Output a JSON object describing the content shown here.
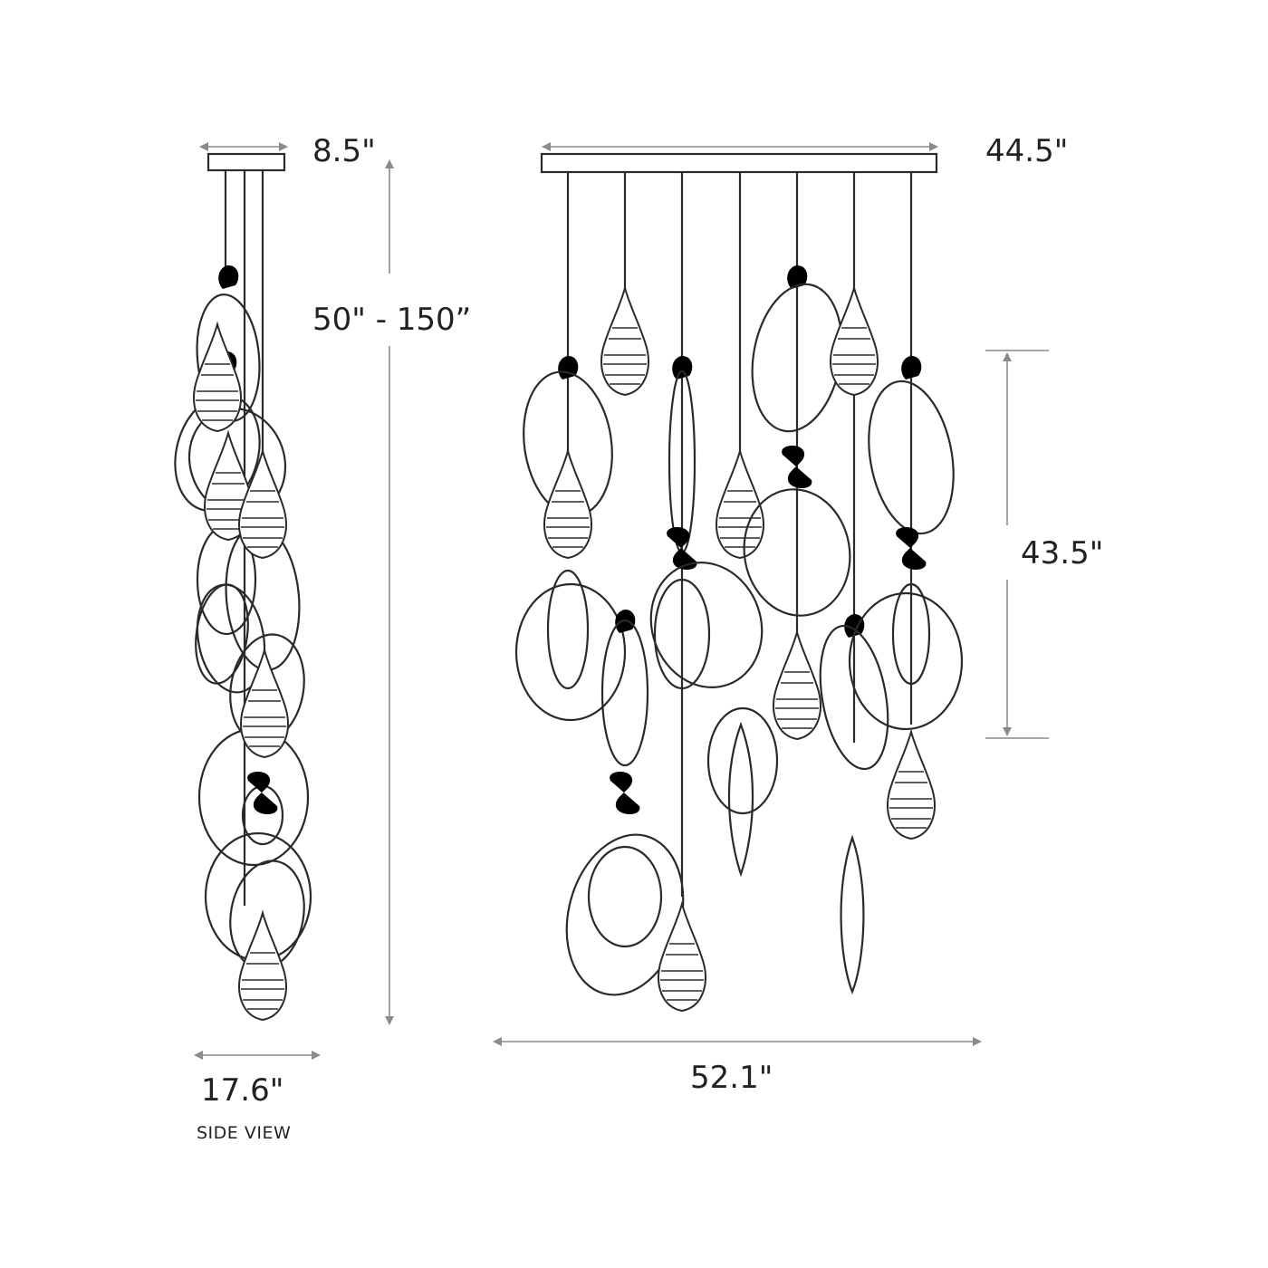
{
  "dimensions": {
    "side_canopy_width": "8.5\"",
    "overall_height": "50\" - 150”",
    "side_width": "17.6\"",
    "front_canopy_width": "44.5\"",
    "cluster_height": "43.5\"",
    "front_width": "52.1\""
  },
  "labels": {
    "side_view": "SIDE VIEW"
  },
  "colors": {
    "line": "#2a2a2a",
    "dimension": "#8a8a8a",
    "background": "#ffffff"
  }
}
